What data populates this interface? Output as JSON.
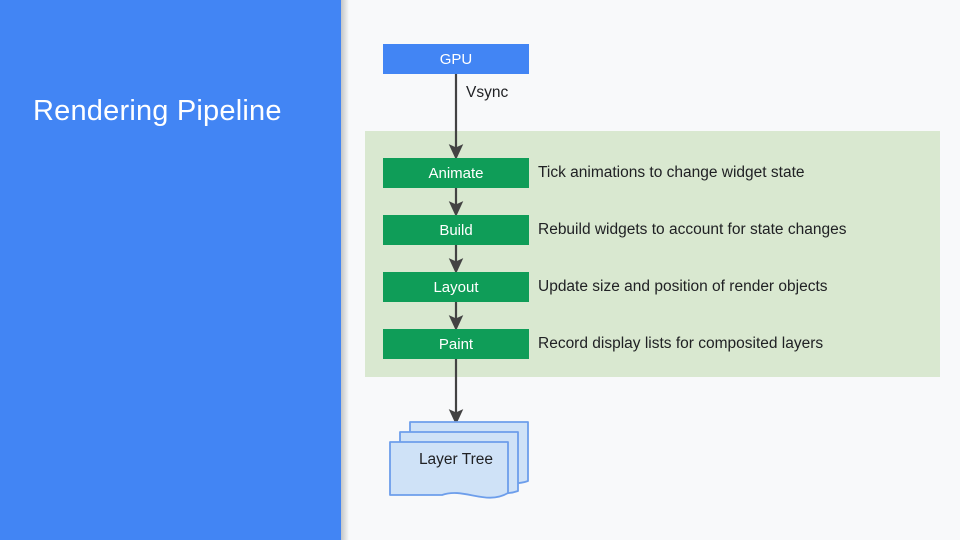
{
  "slide": {
    "title": "Rendering Pipeline",
    "background_color": "#F8F9FA",
    "accent_color": "#4285F4",
    "phase_color": "#0F9D58",
    "band_color": "#D9E8D0",
    "layer_fill": "#CFE2F7",
    "layer_stroke": "#6D9EEB"
  },
  "diagram": {
    "type": "flowchart",
    "source_node": {
      "label": "GPU",
      "color": "#4285F4"
    },
    "edge_label": "Vsync",
    "phases": [
      {
        "label": "Animate",
        "description": "Tick animations to change widget state"
      },
      {
        "label": "Build",
        "description": "Rebuild widgets to account for state changes"
      },
      {
        "label": "Layout",
        "description": "Update size and position of render objects"
      },
      {
        "label": "Paint",
        "description": "Record display lists for composited layers"
      }
    ],
    "output_node": {
      "label": "Layer Tree",
      "shape": "document-stack",
      "count": 3
    }
  }
}
